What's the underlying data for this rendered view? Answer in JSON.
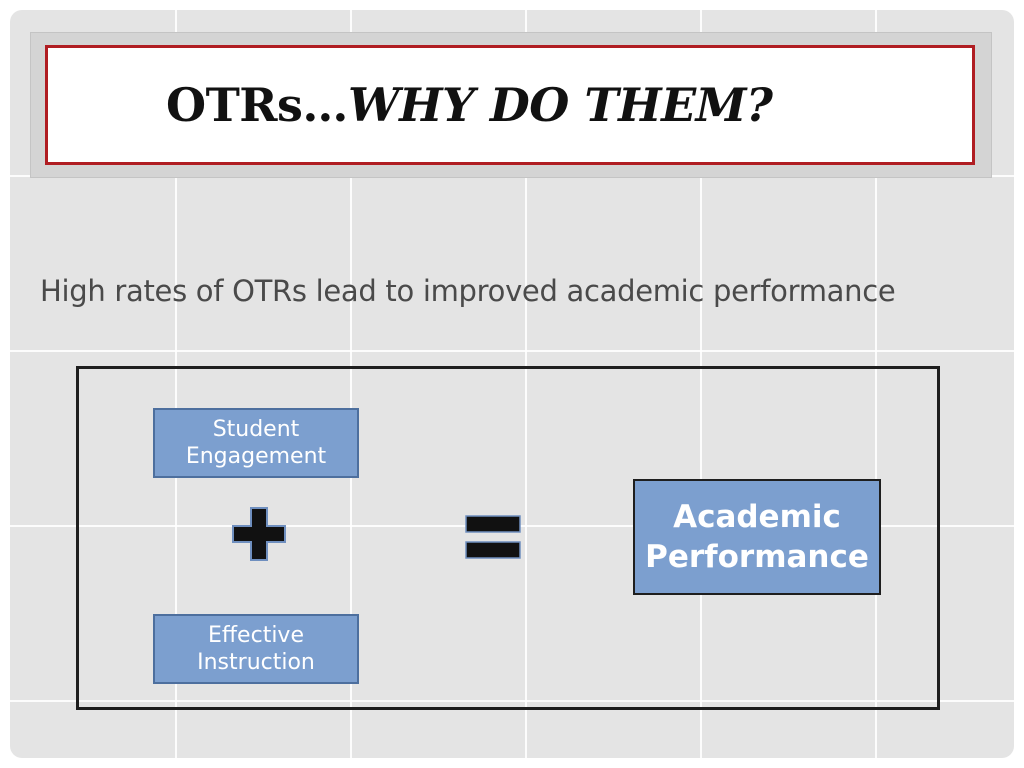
{
  "slide": {
    "title_main": "OTRs…",
    "title_emphasis": "WHY DO THEM?",
    "subtitle": "High rates of OTRs lead to improved academic performance"
  },
  "diagram": {
    "input_top": "Student\nEngagement",
    "input_bottom": "Effective\nInstruction",
    "output": "Academic\nPerformance",
    "operator_plus_icon": "plus-icon",
    "operator_equals_icon": "equals-icon"
  },
  "colors": {
    "background": "#e4e4e4",
    "title_border": "#b01d22",
    "node_fill": "#7c9fcf",
    "node_border": "#4d6f9e",
    "operator": "#111111"
  }
}
